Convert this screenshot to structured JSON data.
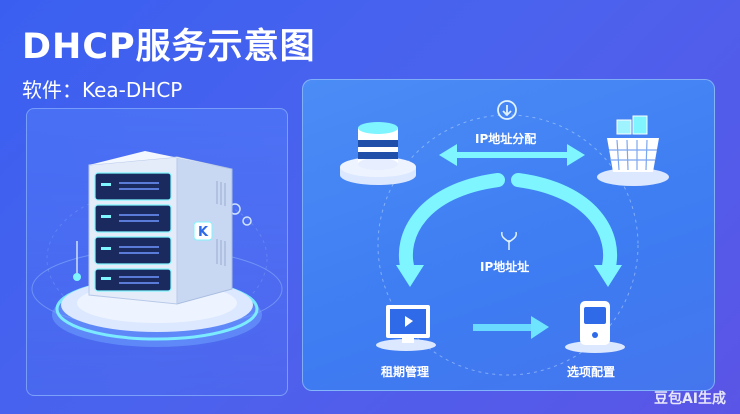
{
  "title": "DHCP服务示意图",
  "subtitle": "软件：Kea-DHCP",
  "server": {
    "badge": "K"
  },
  "diagram": {
    "ip_allocation": "IP地址分配",
    "ip_address": "IP地址址",
    "lease_management": "租期管理",
    "option_config": "选项配置"
  },
  "watermark": "豆包AI生成",
  "colors": {
    "background": "#4a63ee",
    "panel": "#3d7cf2",
    "accent": "#7ff5ff",
    "white": "#ffffff"
  },
  "icons": [
    "database-icon",
    "basket-icon",
    "download-icon",
    "sprout-icon",
    "monitor-icon",
    "device-icon",
    "arrow-right-icon"
  ]
}
